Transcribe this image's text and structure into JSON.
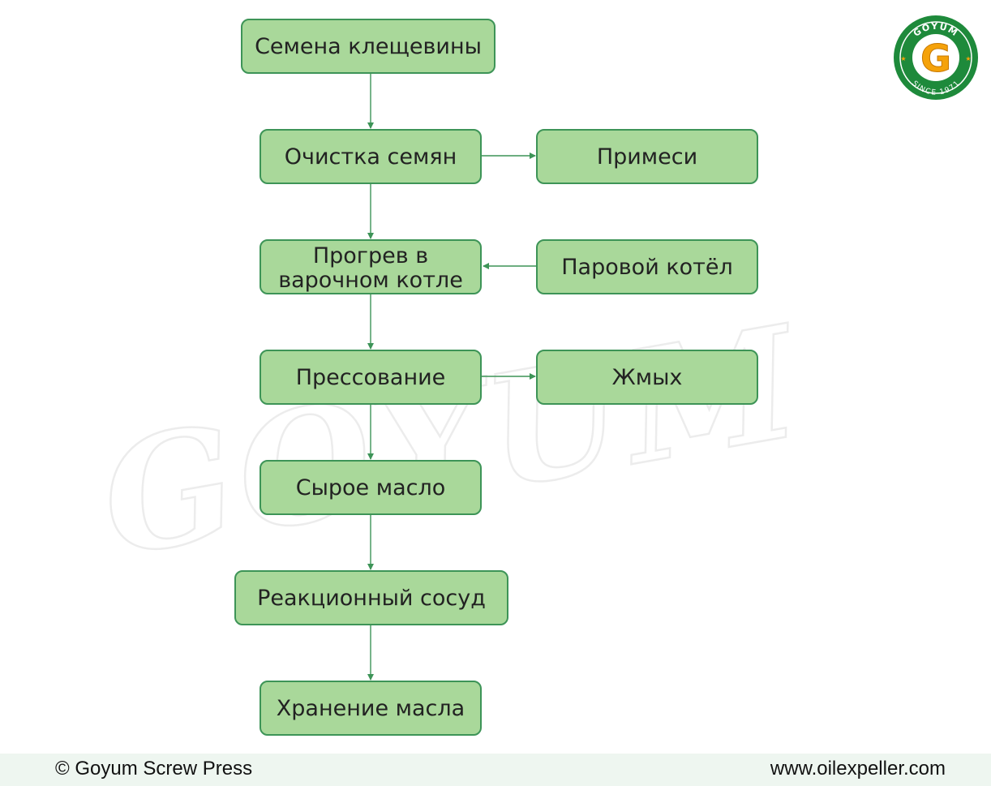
{
  "colors": {
    "node_fill": "#a9d89a",
    "node_border": "#3d9457",
    "edge": "#3d9457",
    "logo_ring": "#1e8a3b",
    "logo_letter": "#f5a20a"
  },
  "diagram": {
    "nodes": {
      "seeds": "Семена клещевины",
      "cleaning": "Очистка семян",
      "impurities": "Примеси",
      "heating_1": "Прогрев в",
      "heating_2": "варочном котле",
      "boiler": "Паровой котёл",
      "pressing": "Прессование",
      "cake": "Жмых",
      "crude_oil": "Сырое масло",
      "reactor": "Реакционный сосуд",
      "storage": "Хранение масла"
    },
    "watermark": "GOYUM"
  },
  "logo": {
    "top_text": "GOYUM",
    "letter": "G",
    "bottom_text": "SINCE 1971"
  },
  "footer": {
    "copyright": "© Goyum Screw Press",
    "website": "www.oilexpeller.com"
  }
}
